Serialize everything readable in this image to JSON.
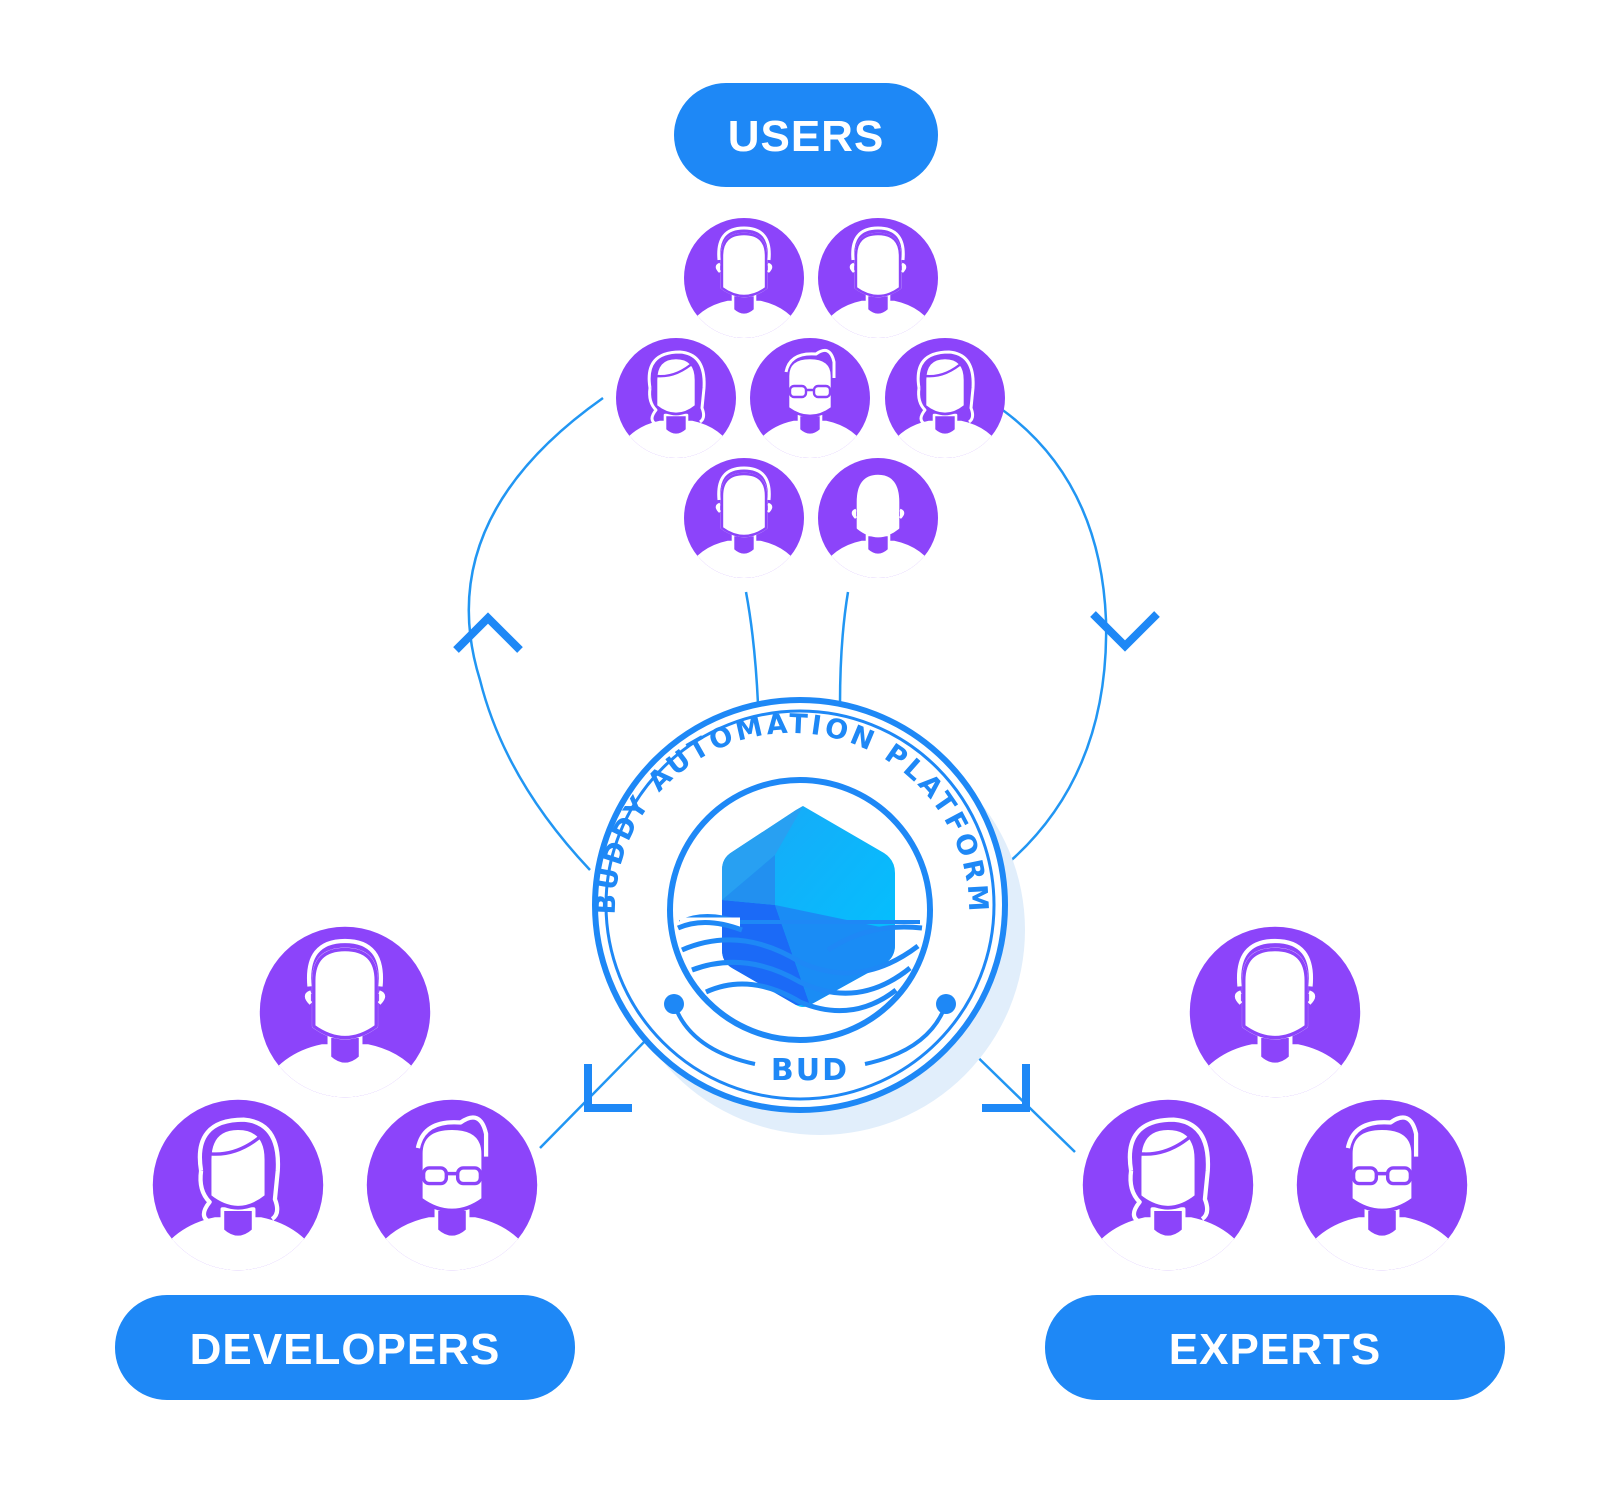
{
  "groups": {
    "users": {
      "label": "USERS"
    },
    "developers": {
      "label": "DEVELOPERS"
    },
    "experts": {
      "label": "EXPERTS"
    }
  },
  "platform": {
    "ring_text": "BUDDY AUTOMATION PLATFORM",
    "badge_text": "BUD"
  },
  "colors": {
    "accent_blue": "#1e88f6",
    "line_blue": "#2196f3",
    "avatar_purple": "#8c44fa",
    "logo_cyan": "#00c8ff"
  },
  "icons": {
    "avatar": "person-icon",
    "logo": "hexagon-logo-icon",
    "arrow": "chevron-arrow-icon"
  }
}
